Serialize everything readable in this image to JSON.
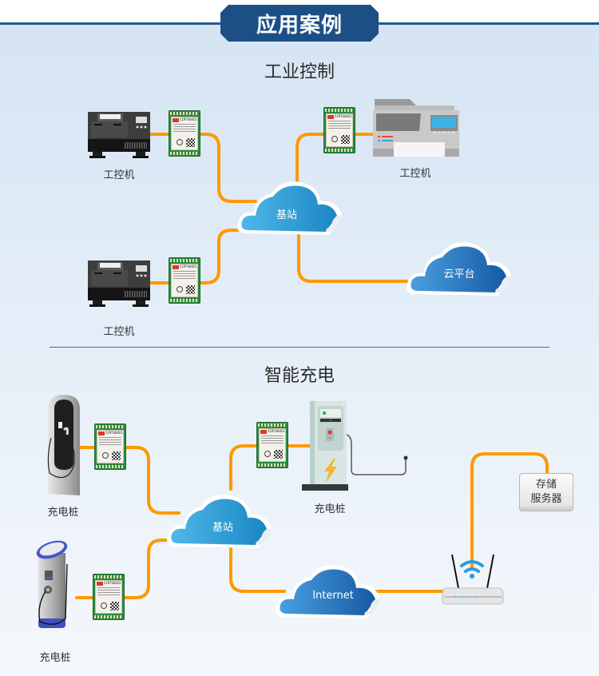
{
  "header": {
    "title": "应用案例"
  },
  "sections": {
    "industrial": {
      "title": "工业控制",
      "devices": [
        {
          "label": "工控机"
        },
        {
          "label": "工控机"
        },
        {
          "label": "工控机"
        }
      ],
      "base_station": "基站",
      "cloud_platform": "云平台"
    },
    "charging": {
      "title": "智能充电",
      "devices": [
        {
          "label": "充电桩"
        },
        {
          "label": "充电桩"
        },
        {
          "label": "充电桩"
        }
      ],
      "base_station": "基站",
      "internet": "Internet",
      "server": {
        "line1": "存储",
        "line2": "服务器"
      }
    }
  },
  "module": {
    "part_number": "SIM7600CE"
  },
  "colors": {
    "banner": "#1d4f87",
    "wire": "#ff9800",
    "cloud_light": "#2ea4da",
    "cloud_dark": "#1a63b0"
  }
}
